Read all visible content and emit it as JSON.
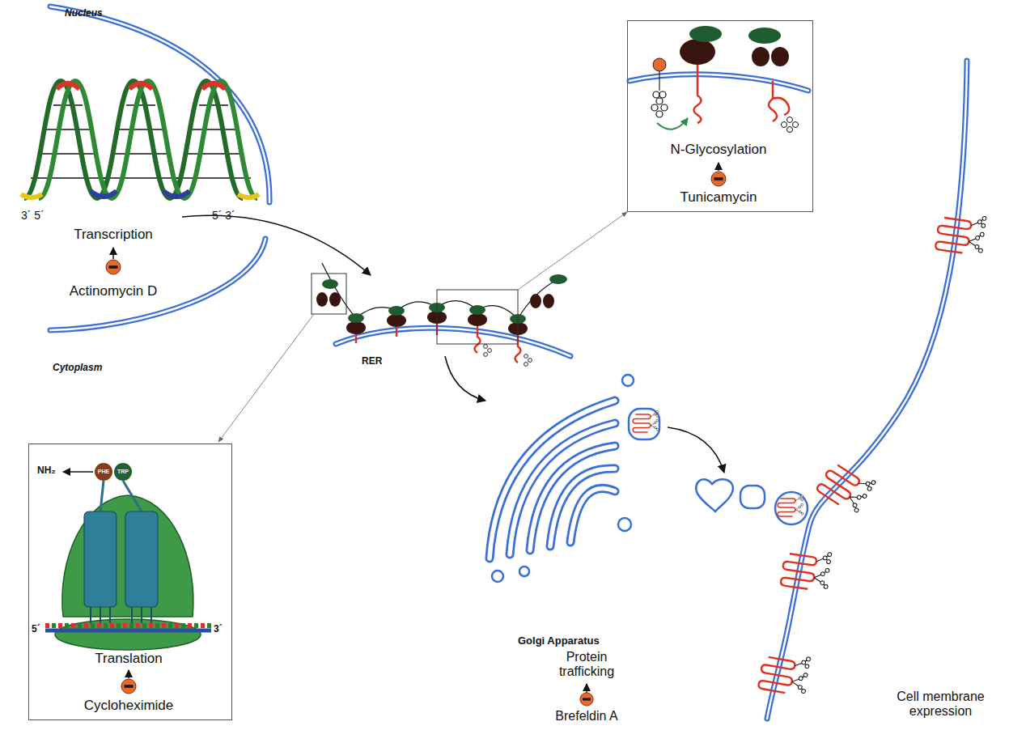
{
  "diagram": {
    "nodes": [
      {
        "text": [
          "N-Glycosylation",
          "Tunicamycin"
        ]
      },
      {
        "text": [
          "NH₂",
          "5´",
          "3´",
          "Translation",
          "Cycloheximide"
        ]
      },
      {
        "text": [
          "PHE"
        ],
        "in": 1
      },
      {
        "text": [
          "TRP"
        ],
        "in": 1
      }
    ],
    "labels": [
      "Nucleus",
      "3´ 5´",
      "5´ 3´",
      "Transcription",
      "Actinomycin D",
      "Cytoplasm",
      "RER",
      "Golgi Apparatus",
      "Protein trafficking",
      "Brefeldin A",
      "Cell membrane expression"
    ]
  }
}
